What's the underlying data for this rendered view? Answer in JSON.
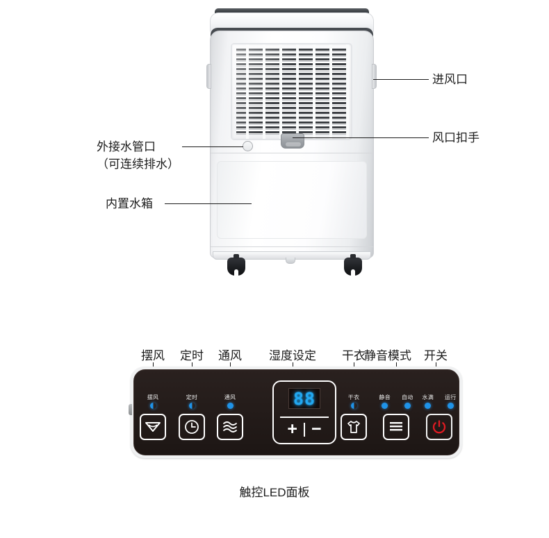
{
  "product": {
    "callouts": [
      {
        "name": "air-inlet",
        "text": "进风口"
      },
      {
        "name": "vent-handle",
        "text": "风口扣手"
      },
      {
        "name": "drain-port",
        "line1": "外接水管口",
        "line2": "（可连续排水）"
      },
      {
        "name": "water-tank",
        "text": "内置水箱"
      }
    ]
  },
  "panel": {
    "caption": "触控LED面板",
    "top_labels": [
      {
        "name": "swing",
        "text": "摆风"
      },
      {
        "name": "timer",
        "text": "定时"
      },
      {
        "name": "fan",
        "text": "通风"
      },
      {
        "name": "humidity",
        "text": "湿度设定"
      },
      {
        "name": "dry",
        "text": "干衣"
      },
      {
        "name": "quiet",
        "text": "静音模式"
      },
      {
        "name": "power",
        "text": "开关"
      }
    ],
    "buttons": [
      {
        "name": "swing",
        "indicator": "摆风",
        "icon": "swing-icon"
      },
      {
        "name": "timer",
        "indicator": "定时",
        "icon": "clock-icon"
      },
      {
        "name": "fan",
        "indicator": "通风",
        "icon": "wave-icon"
      },
      {
        "name": "dry",
        "indicator": "干衣",
        "icon": "tshirt-icon"
      }
    ],
    "quiet_button": {
      "name": "quiet",
      "indicators": [
        "静音",
        "自动"
      ],
      "icon": "lines-icon"
    },
    "power_button": {
      "name": "power",
      "indicators": [
        "水满",
        "运行"
      ],
      "icon": "power-icon"
    },
    "display": {
      "value": "88",
      "plus": "+",
      "minus": "−"
    },
    "colors": {
      "led_cyan": "#22a7f0",
      "indicator_blue": "#1f93e8",
      "power_red": "#e01b22",
      "panel_dark": "#241c1a"
    }
  }
}
